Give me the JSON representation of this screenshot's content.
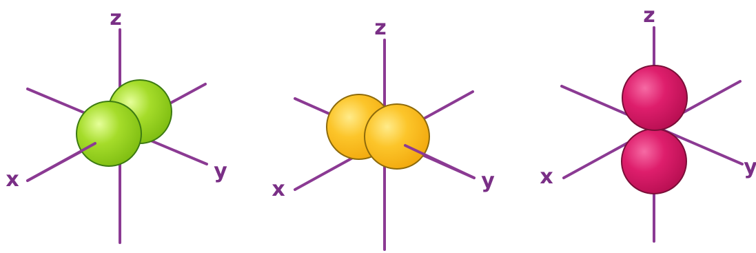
{
  "colors": {
    "axis": "#8B3A93",
    "label": "#7A2F86",
    "px_fill": "#9BD21E",
    "px_stroke": "#3C7A12",
    "py_fill": "#F9C11E",
    "py_stroke": "#8D6A0B",
    "pz_fill": "#D81B66",
    "pz_stroke": "#7A0E38"
  },
  "orbitals": [
    {
      "id": "px",
      "labels": {
        "x": "x",
        "y": "y",
        "z": "z"
      },
      "lobe_color": "green"
    },
    {
      "id": "py",
      "labels": {
        "x": "x",
        "y": "y",
        "z": "z"
      },
      "lobe_color": "yellow"
    },
    {
      "id": "pz",
      "labels": {
        "x": "x",
        "y": "y",
        "z": "z"
      },
      "lobe_color": "magenta"
    }
  ]
}
